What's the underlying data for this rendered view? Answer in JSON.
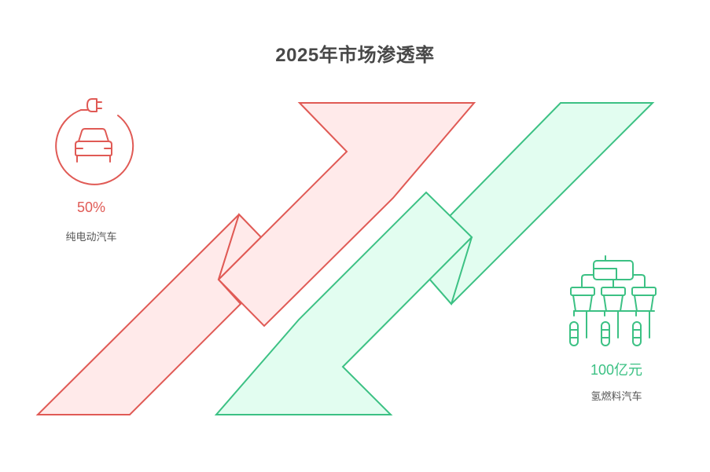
{
  "title": "2025年市场渗透率",
  "colors": {
    "ev_stroke": "#e05a55",
    "ev_fill": "#ffeaea",
    "h2_stroke": "#3cc184",
    "h2_fill": "#e2fdf0",
    "title": "#484848",
    "label": "#555555"
  },
  "items": [
    {
      "id": "ev",
      "icon": "electric-car-plug-icon",
      "metric": "50%",
      "label": "纯电动汽车"
    },
    {
      "id": "hydrogen",
      "icon": "hydrogen-network-icon",
      "metric": "100亿元",
      "label": "氢燃料汽车"
    }
  ]
}
